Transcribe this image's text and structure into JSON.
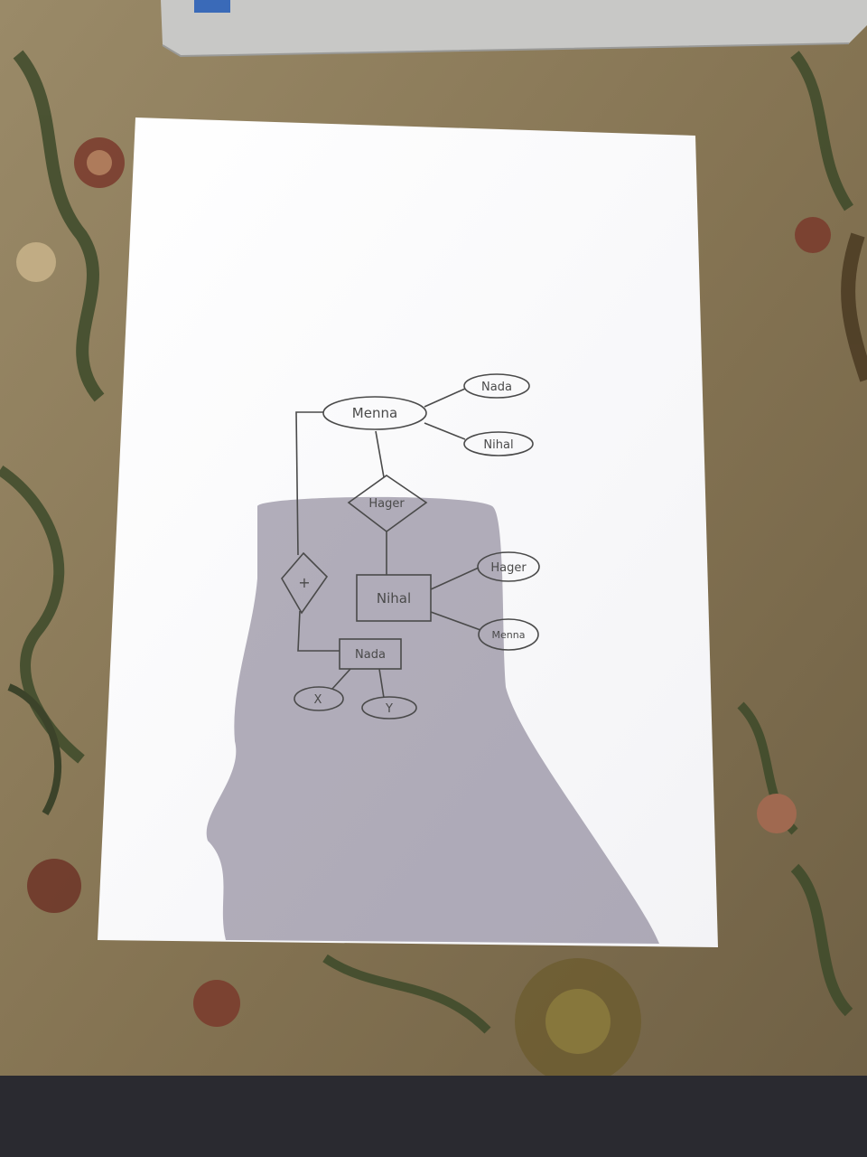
{
  "diagram": {
    "entity_menna": "Menna",
    "attr_nada_top": "Nada",
    "attr_nihal_top": "Nihal",
    "relationship_hager": "Hager",
    "relationship_plus": "+",
    "entity_nihal": "Nihal",
    "attr_hager_right": "Hager",
    "attr_menna_right": "Menna",
    "entity_nada": "Nada",
    "attr_x": "X",
    "attr_y": "Y"
  },
  "colors": {
    "paper": "#ffffff",
    "ink": "#4a4a4a",
    "rug": "#8a7a5c",
    "laptop": "#c8c8c6"
  }
}
